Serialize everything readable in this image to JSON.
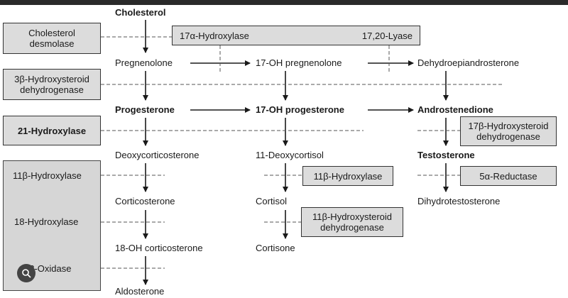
{
  "molecules": {
    "cholesterol": "Cholesterol",
    "pregnenolone": "Pregnenolone",
    "oh17_pregnenolone": "17-OH pregnenolone",
    "dhea": "Dehydroepiandrosterone",
    "progesterone": "Progesterone",
    "oh17_progesterone": "17-OH progesterone",
    "androstenedione": "Androstenedione",
    "deoxycorticosterone": "Deoxycorticosterone",
    "deoxycortisol": "11-Deoxycortisol",
    "testosterone": "Testosterone",
    "corticosterone": "Corticosterone",
    "cortisol": "Cortisol",
    "dihydrotestosterone": "Dihydrotestosterone",
    "oh18_corticosterone": "18-OH corticosterone",
    "cortisone": "Cortisone",
    "aldosterone": "Aldosterone"
  },
  "enzymes": {
    "desmolase_line1": "Cholesterol",
    "desmolase_line2": "desmolase",
    "hsd3b_line1": "3β-Hydroxysteroid",
    "hsd3b_line2": "dehydrogenase",
    "hydroxylase21": "21-Hydroxylase",
    "hydroxylase11b_left": "11β-Hydroxylase",
    "hydroxylase18": "18-Hydroxylase",
    "oxidase18": "18-Oxidase",
    "hydroxylase17a": "17α-Hydroxylase",
    "lyase1720": "17,20-Lyase",
    "hydroxylase11b_mid": "11β-Hydroxylase",
    "hsd11b_line1": "11β-Hydroxysteroid",
    "hsd11b_line2": "dehydrogenase",
    "hsd17b_line1": "17β-Hydroxysteroid",
    "hsd17b_line2": "dehydrogenase",
    "reductase5a": "5α-Reductase"
  },
  "colors": {
    "box_fill": "#dcdcdc",
    "line": "#1a1a1a",
    "dash": "#555555"
  }
}
